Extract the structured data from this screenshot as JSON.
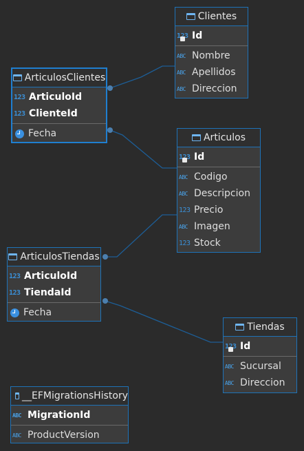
{
  "entities": {
    "clientes": {
      "title": "Clientes",
      "pk": [
        {
          "type": "123",
          "name": "Id",
          "icon": "key-number-icon"
        }
      ],
      "attrs": [
        {
          "type": "ABC",
          "name": "Nombre"
        },
        {
          "type": "ABC",
          "name": "Apellidos"
        },
        {
          "type": "ABC",
          "name": "Direccion"
        }
      ]
    },
    "articulos_clientes": {
      "title": "ArticulosClientes",
      "pk": [
        {
          "type": "123",
          "name": "ArticuloId"
        },
        {
          "type": "123",
          "name": "ClienteId"
        }
      ],
      "attrs": [
        {
          "type": "clock",
          "name": "Fecha"
        }
      ]
    },
    "articulos": {
      "title": "Articulos",
      "pk": [
        {
          "type": "123",
          "name": "Id",
          "icon": "key-number-icon"
        }
      ],
      "attrs": [
        {
          "type": "ABC",
          "name": "Codigo"
        },
        {
          "type": "ABC",
          "name": "Descripcion"
        },
        {
          "type": "123",
          "name": "Precio"
        },
        {
          "type": "ABC",
          "name": "Imagen"
        },
        {
          "type": "123",
          "name": "Stock"
        }
      ]
    },
    "articulos_tiendas": {
      "title": "ArticulosTiendas",
      "pk": [
        {
          "type": "123",
          "name": "ArticuloId"
        },
        {
          "type": "123",
          "name": "TiendaId"
        }
      ],
      "attrs": [
        {
          "type": "clock",
          "name": "Fecha"
        }
      ]
    },
    "tiendas": {
      "title": "Tiendas",
      "pk": [
        {
          "type": "123",
          "name": "Id",
          "icon": "key-number-icon"
        }
      ],
      "attrs": [
        {
          "type": "ABC",
          "name": "Sucursal"
        },
        {
          "type": "ABC",
          "name": "Direccion"
        }
      ]
    },
    "ef_history": {
      "title": "__EFMigrationsHistory",
      "pk": [
        {
          "type": "ABC",
          "name": "MigrationId"
        }
      ],
      "attrs": [
        {
          "type": "ABC",
          "name": "ProductVersion"
        }
      ]
    }
  },
  "relationships": [
    {
      "from": "articulos_clientes",
      "to": "clientes",
      "via": "ClienteId"
    },
    {
      "from": "articulos_clientes",
      "to": "articulos",
      "via": "ArticuloId"
    },
    {
      "from": "articulos_tiendas",
      "to": "articulos",
      "via": "ArticuloId"
    },
    {
      "from": "articulos_tiendas",
      "to": "tiendas",
      "via": "TiendaId"
    }
  ],
  "colors": {
    "background": "#2b2b2b",
    "entity_fill": "#3c3c3c",
    "border": "#1e73b9",
    "link": "#1d5e97",
    "icon": "#4aa3ea"
  }
}
